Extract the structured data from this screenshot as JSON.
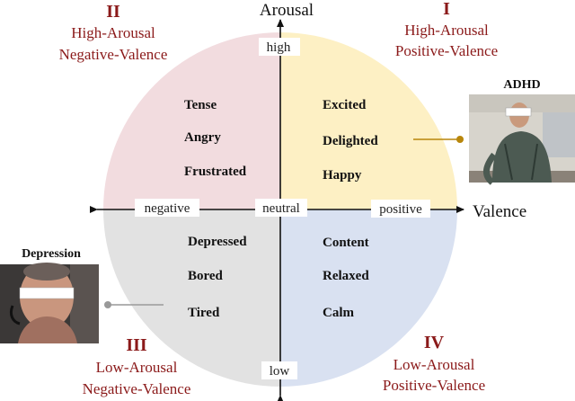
{
  "axes": {
    "y_title": "Arousal",
    "x_title": "Valence",
    "high": "high",
    "low": "low",
    "negative": "negative",
    "neutral": "neutral",
    "positive": "positive"
  },
  "quadrants": {
    "q1": {
      "numeral": "I",
      "line1": "High-Arousal",
      "line2": "Positive-Valence",
      "color": "#fdf0c4",
      "emotions": [
        "Excited",
        "Delighted",
        "Happy"
      ]
    },
    "q2": {
      "numeral": "II",
      "line1": "High-Arousal",
      "line2": "Negative-Valence",
      "color": "#f2dcdf",
      "emotions": [
        "Tense",
        "Angry",
        "Frustrated"
      ]
    },
    "q3": {
      "numeral": "III",
      "line1": "Low-Arousal",
      "line2": "Negative-Valence",
      "color": "#e2e2e2",
      "emotions": [
        "Depressed",
        "Bored",
        "Tired"
      ]
    },
    "q4": {
      "numeral": "IV",
      "line1": "Low-Arousal",
      "line2": "Positive-Valence",
      "color": "#d9e1f1",
      "emotions": [
        "Content",
        "Relaxed",
        "Calm"
      ]
    }
  },
  "photos": {
    "adhd": {
      "label": "ADHD",
      "connector_color": "#b8860b"
    },
    "depression": {
      "label": "Depression",
      "connector_color": "#999999"
    }
  },
  "colors": {
    "title_red": "#8b1a1a",
    "axis": "#111111"
  }
}
